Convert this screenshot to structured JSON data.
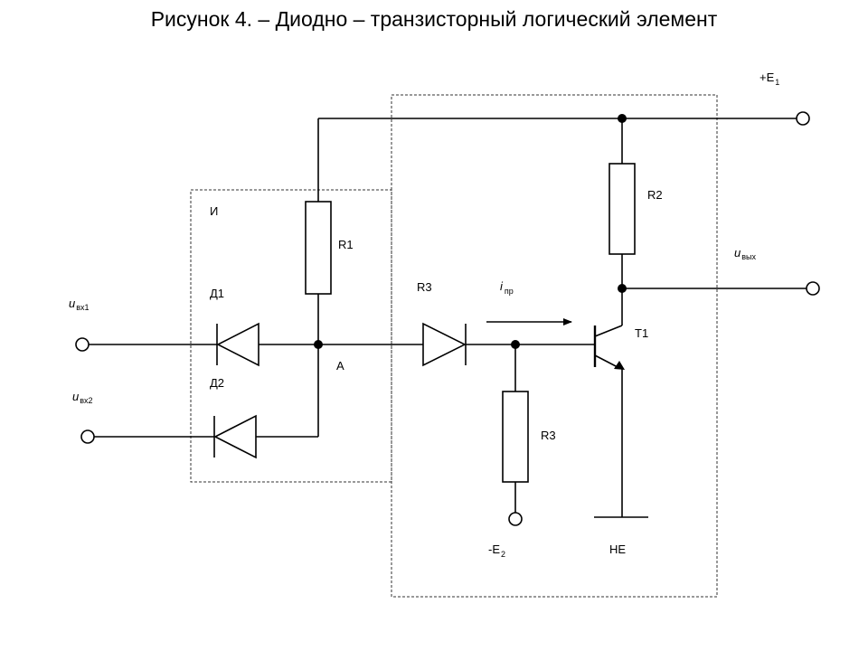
{
  "title": "Рисунок 4.   – Диодно – транзисторный логический элемент",
  "labels": {
    "and_block": "И",
    "r1": "R1",
    "r2": "R2",
    "r3_series": "R3",
    "r3_shunt": "R3",
    "d1": "Д1",
    "d2": "Д2",
    "node_a": "А",
    "t1": "Т1",
    "not_block": "НЕ",
    "e1_main": "+E",
    "e1_sub": "1",
    "e2_main": "-E",
    "e2_sub": "2",
    "uin1_main": "u",
    "uin1_sub": "вх1",
    "uin2_main": "u",
    "uin2_sub": "вх2",
    "uout_main": "u",
    "uout_sub": "вых",
    "ipr_main": "i",
    "ipr_sub": "пр"
  }
}
